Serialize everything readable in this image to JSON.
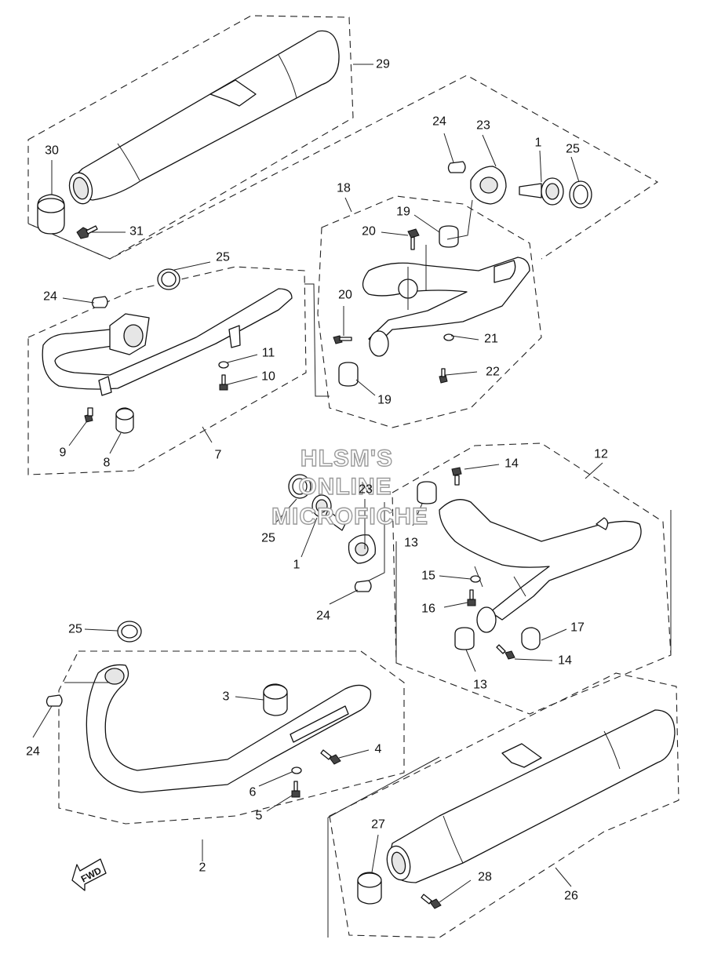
{
  "watermark": {
    "line1": "HLSM'S",
    "line2": "ONLINE",
    "line3": "MICROFICHE"
  },
  "fwd_label": "FWD",
  "callouts": {
    "c29": "29",
    "c30": "30",
    "c31": "31",
    "c24a": "24",
    "c23a": "23",
    "c1a": "1",
    "c25a": "25",
    "c18": "18",
    "c19a": "19",
    "c20a": "20",
    "c20b": "20",
    "c21": "21",
    "c22": "22",
    "c19b": "19",
    "c25b": "25",
    "c24b": "24",
    "c11": "11",
    "c10": "10",
    "c9": "9",
    "c8": "8",
    "c7": "7",
    "c12": "12",
    "c14a": "14",
    "c23b": "23",
    "c25c": "25",
    "c1b": "1",
    "c13a": "13",
    "c24c": "24",
    "c15": "15",
    "c16": "16",
    "c17": "17",
    "c14b": "14",
    "c13b": "13",
    "c25d": "25",
    "c3": "3",
    "c4": "4",
    "c6": "6",
    "c5": "5",
    "c24d": "24",
    "c2": "2",
    "c27": "27",
    "c28": "28",
    "c26": "26"
  }
}
